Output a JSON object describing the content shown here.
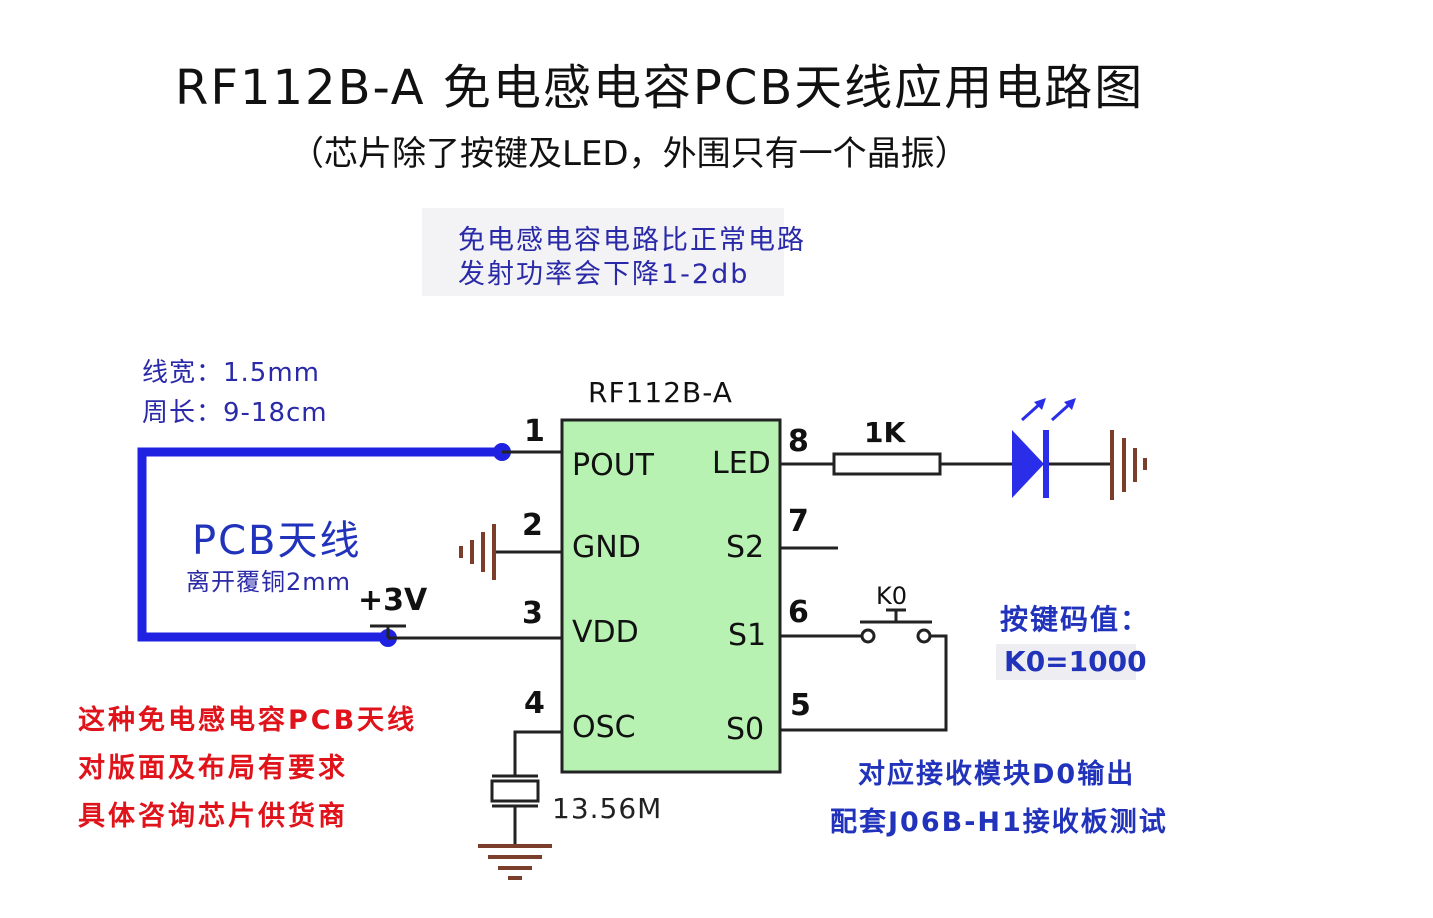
{
  "title": "RF112B-A 免电感电容PCB天线应用电路图",
  "subtitle": "（芯片除了按键及LED，外围只有一个晶振）",
  "note": [
    "免电感电容电路比正常电路",
    "发射功率会下降1-2db"
  ],
  "antenna_spec": [
    "线宽：1.5mm",
    "周长：9-18cm"
  ],
  "chip": {
    "name": "RF112B-A",
    "left_pins": [
      {
        "num": "1",
        "label": "POUT"
      },
      {
        "num": "2",
        "label": "GND"
      },
      {
        "num": "3",
        "label": "VDD"
      },
      {
        "num": "4",
        "label": "OSC"
      }
    ],
    "right_pins": [
      {
        "num": "8",
        "label": "LED"
      },
      {
        "num": "7",
        "label": "S2"
      },
      {
        "num": "6",
        "label": "S1"
      },
      {
        "num": "5",
        "label": "S0"
      }
    ]
  },
  "antenna": {
    "title": "PCB天线",
    "note": "离开覆铜2mm"
  },
  "supply": "+3V",
  "resistor": "1K",
  "button": "K0",
  "crystal": "13.56M",
  "key_code": {
    "title": "按键码值：",
    "value": "K0=1000"
  },
  "warning": [
    "这种免电感电容PCB天线",
    "对版面及布局有要求",
    "具体咨询芯片供货商"
  ],
  "receiver": [
    "对应接收模块D0输出",
    "配套J06B-H1接收板测试"
  ],
  "colors": {
    "antenna": "#1f22e0",
    "chip_fill": "#b8f2b2",
    "led": "#2a2ee8",
    "warning": "#e0131b",
    "note": "#2a2aa8"
  }
}
